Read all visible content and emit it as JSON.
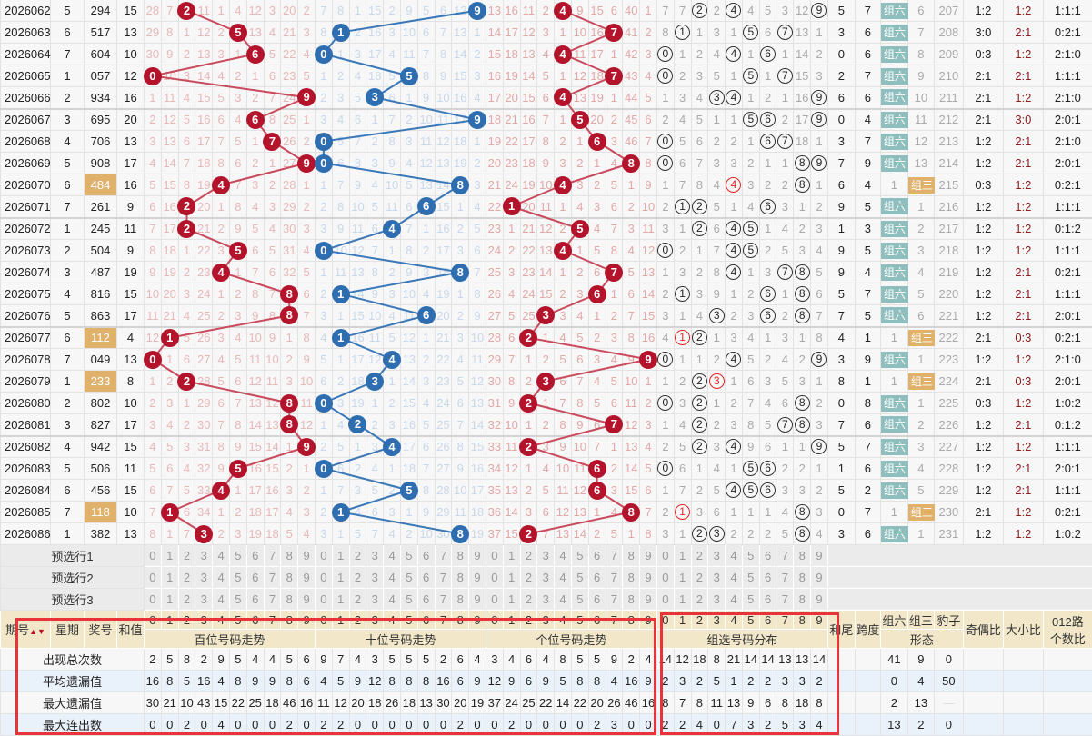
{
  "rows": [
    {
      "period": "2026062",
      "weekday": "5",
      "prize": "294",
      "sum": "15"
    },
    {
      "period": "2026063",
      "weekday": "6",
      "prize": "517",
      "sum": "13"
    },
    {
      "period": "2026064",
      "weekday": "7",
      "prize": "604",
      "sum": "10"
    },
    {
      "period": "2026065",
      "weekday": "1",
      "prize": "057",
      "sum": "12"
    },
    {
      "period": "2026066",
      "weekday": "2",
      "prize": "934",
      "sum": "16"
    },
    {
      "period": "2026067",
      "weekday": "3",
      "prize": "695",
      "sum": "20"
    },
    {
      "period": "2026068",
      "weekday": "4",
      "prize": "706",
      "sum": "13"
    },
    {
      "period": "2026069",
      "weekday": "5",
      "prize": "908",
      "sum": "17"
    },
    {
      "period": "2026070",
      "weekday": "6",
      "prize": "484",
      "sum": "16"
    },
    {
      "period": "2026071",
      "weekday": "7",
      "prize": "261",
      "sum": "9"
    },
    {
      "period": "2026072",
      "weekday": "1",
      "prize": "245",
      "sum": "11"
    },
    {
      "period": "2026073",
      "weekday": "2",
      "prize": "504",
      "sum": "9"
    },
    {
      "period": "2026074",
      "weekday": "3",
      "prize": "487",
      "sum": "19"
    },
    {
      "period": "2026075",
      "weekday": "4",
      "prize": "816",
      "sum": "15"
    },
    {
      "period": "2026076",
      "weekday": "5",
      "prize": "863",
      "sum": "17"
    },
    {
      "period": "2026077",
      "weekday": "6",
      "prize": "112",
      "sum": "4"
    },
    {
      "period": "2026078",
      "weekday": "7",
      "prize": "049",
      "sum": "13"
    },
    {
      "period": "2026079",
      "weekday": "1",
      "prize": "233",
      "sum": "8"
    },
    {
      "period": "2026080",
      "weekday": "2",
      "prize": "802",
      "sum": "10"
    },
    {
      "period": "2026081",
      "weekday": "3",
      "prize": "827",
      "sum": "17"
    },
    {
      "period": "2026082",
      "weekday": "4",
      "prize": "942",
      "sum": "15"
    },
    {
      "period": "2026083",
      "weekday": "5",
      "prize": "506",
      "sum": "11"
    },
    {
      "period": "2026084",
      "weekday": "6",
      "prize": "456",
      "sum": "15"
    },
    {
      "period": "2026085",
      "weekday": "7",
      "prize": "118",
      "sum": "10"
    },
    {
      "period": "2026086",
      "weekday": "1",
      "prize": "382",
      "sum": "13"
    }
  ],
  "first_row_omission": {
    "hundreds": [
      28,
      7,
      0,
      11,
      1,
      4,
      12,
      3,
      20,
      2
    ],
    "tens": [
      7,
      8,
      1,
      15,
      2,
      9,
      5,
      6,
      12,
      0
    ],
    "units": [
      13,
      16,
      11,
      2,
      0,
      9,
      15,
      6,
      40,
      1
    ],
    "group": [
      7,
      7,
      0,
      2,
      0,
      4,
      5,
      3,
      12,
      0
    ],
    "form": {
      "six": 0,
      "three": 6,
      "leopard": 207
    }
  },
  "form_labels": {
    "six": "组六",
    "three": "组三"
  },
  "digits": [
    "0",
    "1",
    "2",
    "3",
    "4",
    "5",
    "6",
    "7",
    "8",
    "9"
  ],
  "preselect": [
    "预选行1",
    "预选行2",
    "预选行3"
  ],
  "header": {
    "period": "期号",
    "weekday": "星期",
    "prize": "奖号",
    "sum": "和值",
    "hundreds": "百位号码走势",
    "tens": "十位号码走势",
    "units": "个位号码走势",
    "group": "组选号码分布",
    "sum_tail": "和尾",
    "span": "跨度",
    "six": "组六",
    "three": "组三",
    "leopard": "豹子",
    "form": "形态",
    "odd_even": "奇偶比",
    "big_small": "大小比",
    "route012_a": "012路",
    "route012_b": "个数比"
  },
  "stats": [
    {
      "label": "出现总次数",
      "hundreds": [
        2,
        5,
        8,
        2,
        9,
        5,
        4,
        4,
        5,
        6
      ],
      "tens": [
        9,
        7,
        4,
        3,
        5,
        5,
        5,
        2,
        6,
        4
      ],
      "units": [
        3,
        4,
        6,
        4,
        8,
        5,
        5,
        9,
        2,
        4
      ],
      "group": [
        14,
        12,
        18,
        8,
        21,
        14,
        14,
        13,
        13,
        14
      ],
      "form": [
        "41",
        "9",
        "0"
      ]
    },
    {
      "label": "平均遗漏值",
      "hundreds": [
        16,
        8,
        5,
        16,
        4,
        8,
        9,
        9,
        8,
        6
      ],
      "tens": [
        4,
        5,
        9,
        12,
        8,
        8,
        8,
        16,
        6,
        9
      ],
      "units": [
        12,
        9,
        6,
        9,
        5,
        8,
        8,
        4,
        16,
        9
      ],
      "group": [
        2,
        3,
        2,
        5,
        1,
        2,
        2,
        3,
        3,
        2
      ],
      "form": [
        "0",
        "4",
        "50"
      ]
    },
    {
      "label": "最大遗漏值",
      "hundreds": [
        30,
        21,
        10,
        43,
        15,
        22,
        25,
        18,
        46,
        16
      ],
      "tens": [
        11,
        12,
        20,
        18,
        26,
        18,
        13,
        30,
        20,
        19
      ],
      "units": [
        37,
        24,
        25,
        22,
        14,
        22,
        20,
        26,
        46,
        16
      ],
      "group": [
        8,
        7,
        8,
        11,
        13,
        9,
        6,
        8,
        18,
        8
      ],
      "form": [
        "2",
        "13",
        "—"
      ]
    },
    {
      "label": "最大连出数",
      "hundreds": [
        0,
        0,
        2,
        0,
        4,
        0,
        0,
        0,
        2,
        0
      ],
      "tens": [
        2,
        2,
        0,
        0,
        0,
        0,
        0,
        0,
        2,
        0
      ],
      "units": [
        0,
        2,
        0,
        0,
        0,
        0,
        2,
        3,
        0,
        0
      ],
      "group": [
        2,
        2,
        4,
        0,
        7,
        3,
        2,
        5,
        3,
        4
      ],
      "form": [
        "13",
        "2",
        "0"
      ]
    }
  ],
  "colors": {
    "red_ball": "#b3132b",
    "blue_ball": "#2d6db0",
    "highlight": "#e0b16a",
    "six_badge": "#8fbebe",
    "red_box": "#e8333a"
  }
}
